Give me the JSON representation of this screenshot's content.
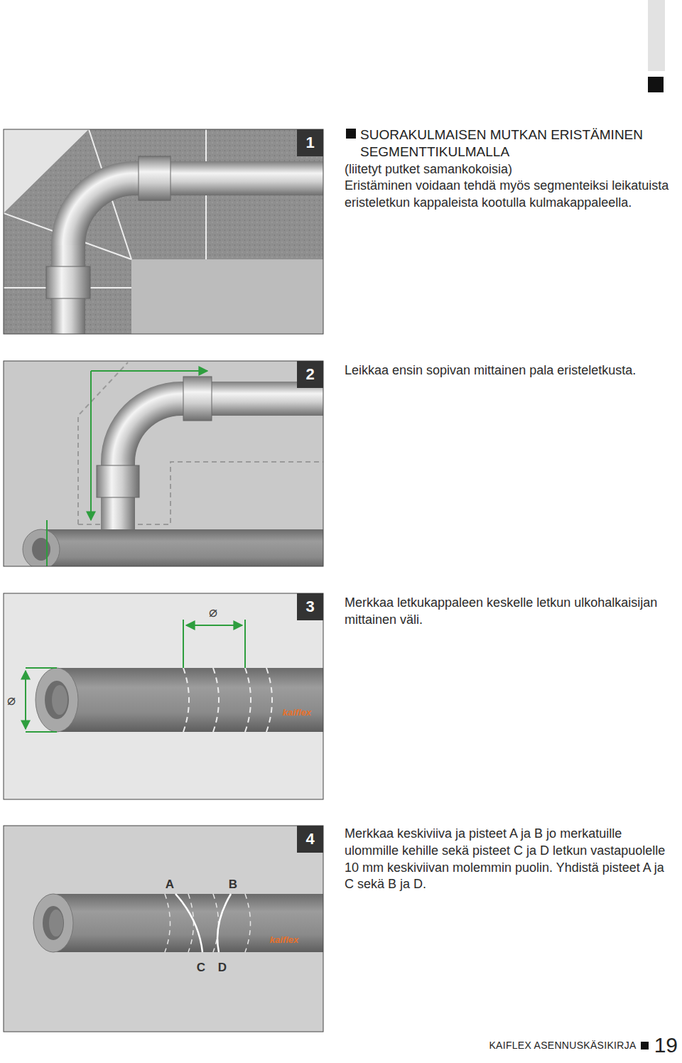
{
  "diagram": {
    "title": "SUORAKULMAISEN MUTKAN ERISTÄMINEN SEGMENTTIKULMALLA",
    "nodes": [
      {
        "text": [
          "1"
        ]
      },
      {
        "text": [
          "2"
        ]
      },
      {
        "text": [
          "3"
        ]
      },
      {
        "text": [
          "4"
        ]
      }
    ],
    "labels": [
      "(liitetyt putket samankokoisia)",
      "Eristäminen voidaan tehdä myös segmenteiksi leikatuista eristeletkun kappaleista kootulla kulmakappaleella.",
      "Leikkaa ensin sopivan mittainen pala eristeletkusta.",
      "⌀",
      "⌀",
      "kaiflex",
      "Merkkaa letkukappaleen keskelle letkun ulkohalkaisijan mittainen väli.",
      "A",
      "B",
      "C",
      "D",
      "kaiflex",
      "Merkkaa keskiviiva ja pisteet A ja B jo merkatuille ulommille kehille sekä pisteet C ja D letkun vastapuolelle 10 mm keskiviivan molemmin puolin. Yhdistä pisteet A ja C sekä B ja D.",
      "KAIFLEX ASENNUSKÄSIKIRJA",
      "19"
    ]
  }
}
